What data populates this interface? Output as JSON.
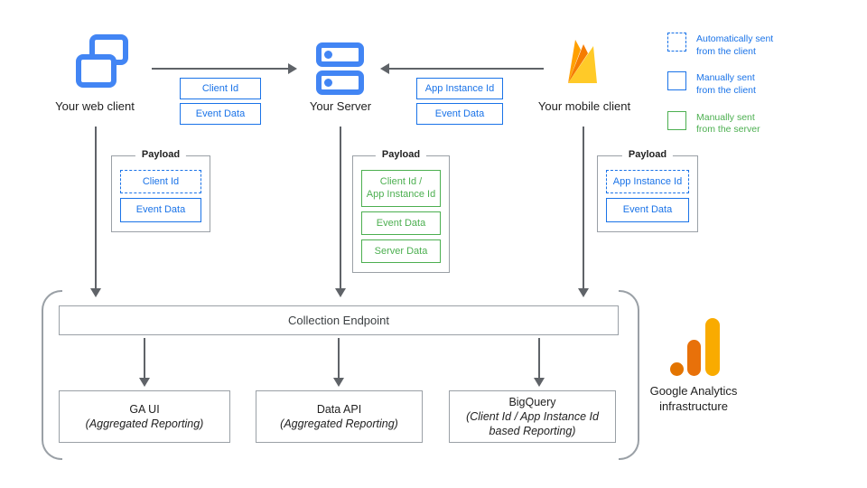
{
  "nodes": {
    "web_client": "Your web client",
    "server": "Your Server",
    "mobile_client": "Your mobile client"
  },
  "flow_chips": {
    "web_to_server": [
      "Client Id",
      "Event Data"
    ],
    "mobile_to_server": [
      "App Instance Id",
      "Event Data"
    ]
  },
  "legend": {
    "items": [
      {
        "style": "dashed-blue",
        "label": "Automatically sent\nfrom the client"
      },
      {
        "style": "solid-blue",
        "label": "Manually sent\nfrom the client"
      },
      {
        "style": "solid-green",
        "label": "Manually sent\nfrom the server"
      }
    ]
  },
  "payloads": [
    {
      "title": "Payload",
      "items": [
        {
          "style": "dashed-blue",
          "text": "Client Id"
        },
        {
          "style": "solid-blue",
          "text": "Event Data"
        }
      ]
    },
    {
      "title": "Payload",
      "items": [
        {
          "style": "solid-green",
          "text": "Client Id /\nApp Instance Id"
        },
        {
          "style": "solid-green",
          "text": "Event Data"
        },
        {
          "style": "solid-green",
          "text": "Server Data"
        }
      ]
    },
    {
      "title": "Payload",
      "items": [
        {
          "style": "dashed-blue",
          "text": "App Instance Id"
        },
        {
          "style": "solid-blue",
          "text": "Event Data"
        }
      ]
    }
  ],
  "infrastructure": {
    "collection_endpoint": "Collection Endpoint",
    "outputs": [
      {
        "title": "GA UI",
        "subtitle": "(Aggregated Reporting)"
      },
      {
        "title": "Data API",
        "subtitle": "(Aggregated Reporting)"
      },
      {
        "title": "BigQuery",
        "subtitle": "(Client Id / App Instance Id based Reporting)"
      }
    ],
    "brand": "Google Analytics\ninfrastructure"
  },
  "colors": {
    "icon_blue": "#4285F4",
    "accent_blue": "#1a73e8",
    "accent_green": "#4CAF50",
    "arrow_gray": "#5f6368",
    "border_gray": "#9AA0A6",
    "firebase_amber": "#FFA000",
    "firebase_orange": "#F57C00",
    "firebase_yellow": "#FFCA28",
    "ga_orange_dark": "#E37400",
    "ga_orange": "#E8710A",
    "ga_yellow": "#F9AB00"
  }
}
